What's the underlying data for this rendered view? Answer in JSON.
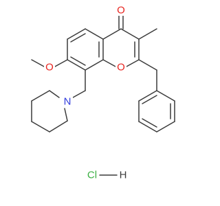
{
  "colors": {
    "background": "#ffffff",
    "bond": "#3a3a3a",
    "oxygen": "#e8241f",
    "nitrogen": "#2f3bdc",
    "chlorine": "#3cb043",
    "hydrogen": "#3a3a3a"
  },
  "labels": {
    "carbonyl_oxygen": "O",
    "methoxy_oxygen": "O",
    "ring_oxygen": "O",
    "piperidine_nitrogen": "N",
    "salt_chlorine": "Cl",
    "salt_hydrogen": "H"
  }
}
